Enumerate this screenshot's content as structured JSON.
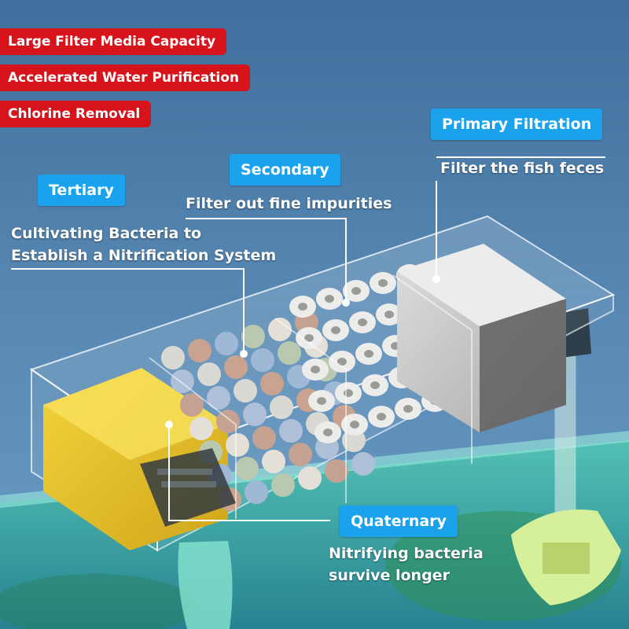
{
  "features": [
    "Large Filter Media Capacity",
    "Accelerated Water Purification",
    "Chlorine Removal"
  ],
  "stages": {
    "primary": {
      "title": "Primary Filtration",
      "desc": "Filter the fish feces"
    },
    "secondary": {
      "title": "Secondary",
      "desc": "Filter out fine impurities"
    },
    "tertiary": {
      "title": "Tertiary",
      "desc_line1": "Cultivating Bacteria to",
      "desc_line2": "Establish a Nitrification System"
    },
    "quaternary": {
      "title": "Quaternary",
      "desc_line1": "Nitrifying bacteria",
      "desc_line2": "survive longer"
    }
  },
  "colors": {
    "feature_badge": "#d7141b",
    "stage_tag": "#1aa3ec",
    "background": "#4e7fae",
    "sponge": "#e8c52a",
    "water": "#3fbfa8"
  }
}
